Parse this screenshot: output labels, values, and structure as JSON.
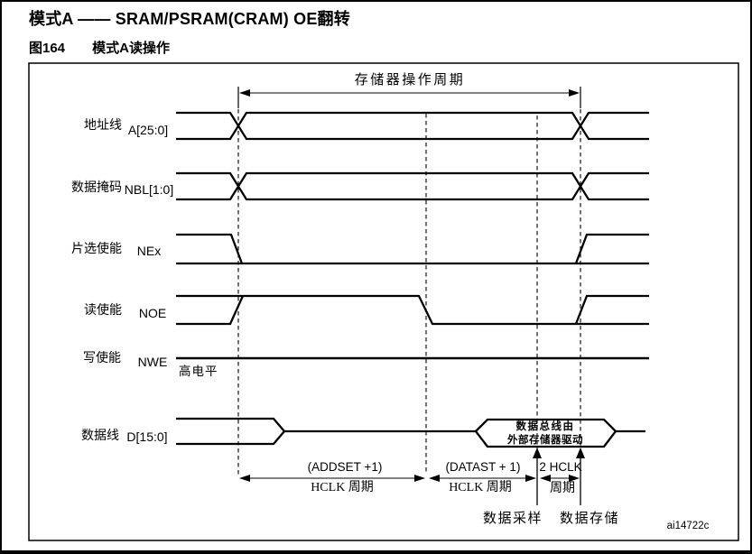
{
  "page": {
    "title": "模式A —— SRAM/PSRAM(CRAM) OE翻转",
    "figure_label": "图164",
    "figure_caption": "模式A读操作",
    "watermark": "ai14722c"
  },
  "diagram": {
    "top_span_label": "存储器操作周期",
    "signals": [
      {
        "cn": "地址线",
        "name": "A[25:0]"
      },
      {
        "cn": "数据掩码",
        "name": "NBL[1:0]"
      },
      {
        "cn": "片选使能",
        "name": "NEx"
      },
      {
        "cn": "读使能",
        "name": "NOE"
      },
      {
        "cn": "写使能",
        "name": "NWE",
        "note": "高电平"
      },
      {
        "cn": "数据线",
        "name": "D[15:0]"
      }
    ],
    "bus_annotation": {
      "line1": "数据总线由",
      "line2": "外部存储器驱动"
    },
    "phases": [
      {
        "label_top": "(ADDSET +1)",
        "label_bottom": "HCLK 周期"
      },
      {
        "label_top": "(DATAST + 1)",
        "label_bottom": "HCLK 周期"
      },
      {
        "label_top": "2 HCLK",
        "label_bottom": "周期"
      }
    ],
    "events": [
      {
        "label": "数据采样"
      },
      {
        "label": "数据存储"
      }
    ],
    "colors": {
      "line": "#000000",
      "background": "#ffffff"
    }
  }
}
